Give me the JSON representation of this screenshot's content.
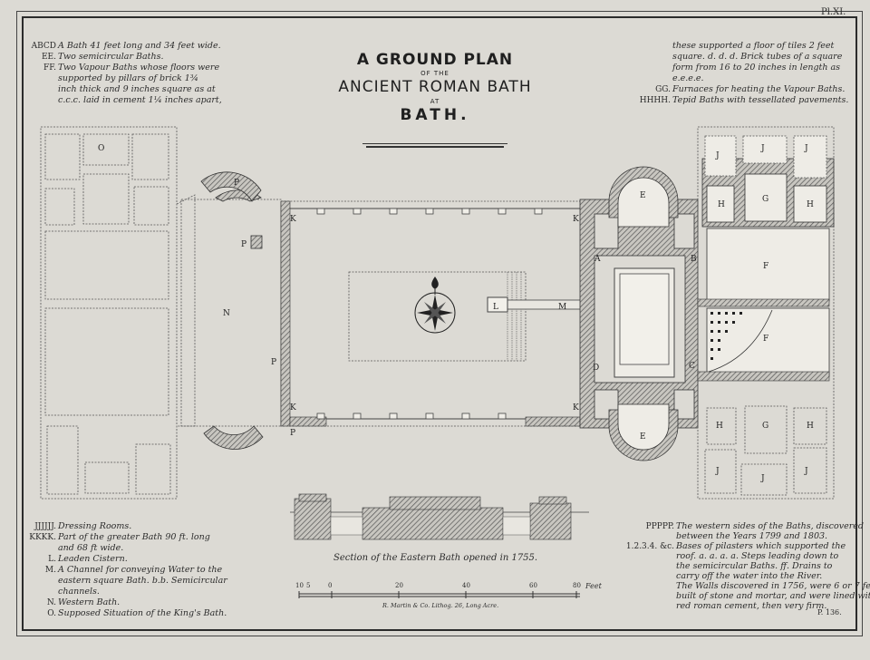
{
  "plate_number": "Pl.XI.",
  "page_ref": "P. 136.",
  "title": {
    "line1": "A GROUND PLAN",
    "line2": "OF THE",
    "line3": "ANCIENT ROMAN BATH",
    "line4": "AT",
    "line5": "BATH."
  },
  "legend_top_left": [
    {
      "key": "ABCD",
      "text": "A Bath 41 feet long and 34 feet wide."
    },
    {
      "key": "EE.",
      "text": "Two semicircular Baths."
    },
    {
      "key": "FF.",
      "text": "Two Vapour Baths whose floors were"
    },
    {
      "key": "",
      "text": "supported by pillars of brick 1¾"
    },
    {
      "key": "",
      "text": "inch thick and 9 inches square as at"
    },
    {
      "key": "",
      "text": "c.c.c. laid in cement 1¼ inches apart,"
    }
  ],
  "legend_top_right": [
    {
      "key": "",
      "text": "these supported a floor of tiles 2 feet"
    },
    {
      "key": "",
      "text": "square. d. d. d. Brick tubes of a square"
    },
    {
      "key": "",
      "text": "form from 16 to 20 inches in length as"
    },
    {
      "key": "",
      "text": "e.e.e.e."
    },
    {
      "key": "GG.",
      "text": "Furnaces for heating the Vapour Baths."
    },
    {
      "key": "HHHH.",
      "text": "Tepid Baths with tessellated pavements."
    }
  ],
  "legend_bottom_left": [
    {
      "key": "JJJJJJ.",
      "text": "Dressing Rooms."
    },
    {
      "key": "KKKK.",
      "text": "Part of the greater Bath 90 ft. long"
    },
    {
      "key": "",
      "text": "and 68 ft wide."
    },
    {
      "key": "L.",
      "text": "Leaden Cistern."
    },
    {
      "key": "M.",
      "text": "A Channel for conveying Water to the"
    },
    {
      "key": "",
      "text": "eastern square Bath. b.b. Semicircular"
    },
    {
      "key": "",
      "text": "channels."
    },
    {
      "key": "N.",
      "text": "Western Bath."
    },
    {
      "key": "O.",
      "text": "Supposed Situation of the King's Bath."
    }
  ],
  "legend_bottom_right": [
    {
      "key": "PPPPP.",
      "text": "The western sides of the Baths, discovered"
    },
    {
      "key": "",
      "text": "between the Years 1799 and 1803."
    },
    {
      "key": "1.2.3.4. &c.",
      "text": "Bases of pilasters which supported the"
    },
    {
      "key": "",
      "text": "roof. a. a. a. a. Steps leading down to"
    },
    {
      "key": "",
      "text": "the semicircular Baths. ff. Drains to"
    },
    {
      "key": "",
      "text": "carry off the water into the River."
    },
    {
      "key": "",
      "text": "The Walls discovered in 1756, were 6 or 7 feet high,"
    },
    {
      "key": "",
      "text": "built of stone and mortar, and were lined with"
    },
    {
      "key": "",
      "text": "red roman cement, then very firm."
    }
  ],
  "section_caption": "Section of the Eastern Bath opened in 1755.",
  "scale": {
    "labels": [
      "10",
      "5",
      "0",
      "20",
      "40",
      "60",
      "80"
    ],
    "unit": "Feet"
  },
  "engraver": "R. Martin & Co. Lithog. 26, Long Acre.",
  "plan_labels": {
    "O": "O",
    "N": "N",
    "P": "P",
    "K": "K",
    "L": "L",
    "M": "M",
    "A": "A",
    "B": "B",
    "C": "C",
    "D": "D",
    "E": "E",
    "F": "F",
    "G": "G",
    "H": "H",
    "J": "J"
  }
}
